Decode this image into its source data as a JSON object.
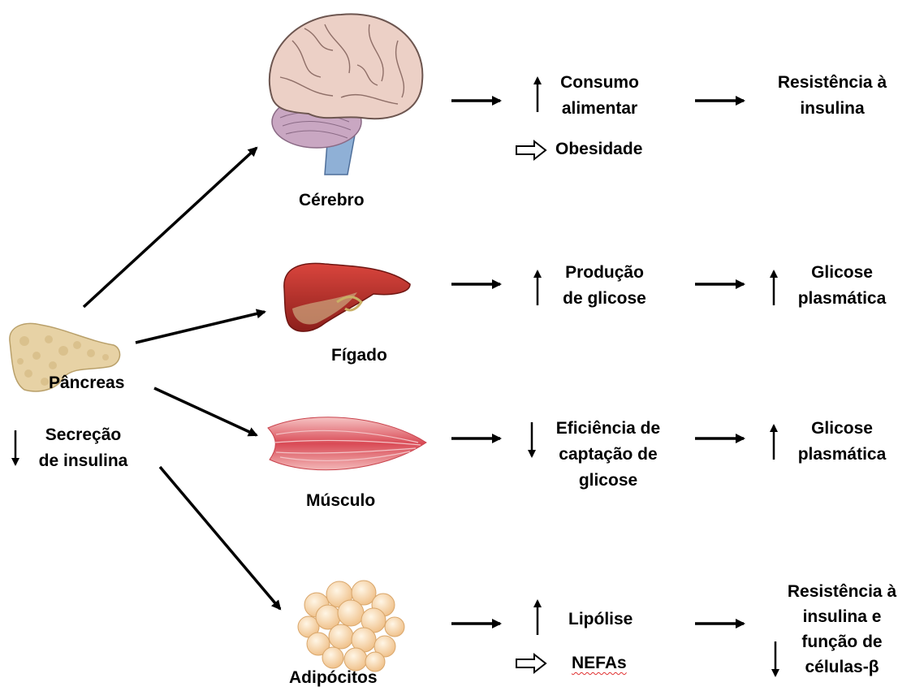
{
  "organs": {
    "brain": "Cérebro",
    "liver": "Fígado",
    "muscle": "Músculo",
    "adipose": "Adipócitos",
    "pancreas": "Pâncreas"
  },
  "secretion": {
    "line1": "Secreção",
    "line2": "de insulina"
  },
  "brain_row": {
    "effect_line1": "Consumo",
    "effect_line2": "alimentar",
    "effect_sub": "Obesidade",
    "outcome_line1": "Resistência à",
    "outcome_line2": "insulina"
  },
  "liver_row": {
    "effect_line1": "Produção",
    "effect_line2": "de glicose",
    "outcome_line1": "Glicose",
    "outcome_line2": "plasmática"
  },
  "muscle_row": {
    "effect_line1": "Eficiência de",
    "effect_line2": "captação de",
    "effect_line3": "glicose",
    "outcome_line1": "Glicose",
    "outcome_line2": "plasmática"
  },
  "adipose_row": {
    "effect_line1": "Lipólise",
    "effect_sub": "NEFAs",
    "outcome_line1": "Resistência à",
    "outcome_line2": "insulina e",
    "outcome_line3": "função de",
    "outcome_line4": "células-β"
  },
  "colors": {
    "brain": "#e8c6bb",
    "brain_stem": "#8fb0d6",
    "liver": "#b8322c",
    "muscle": "#e2626a",
    "fat": "#f7d6a4",
    "pancreas": "#e7d2a5"
  }
}
